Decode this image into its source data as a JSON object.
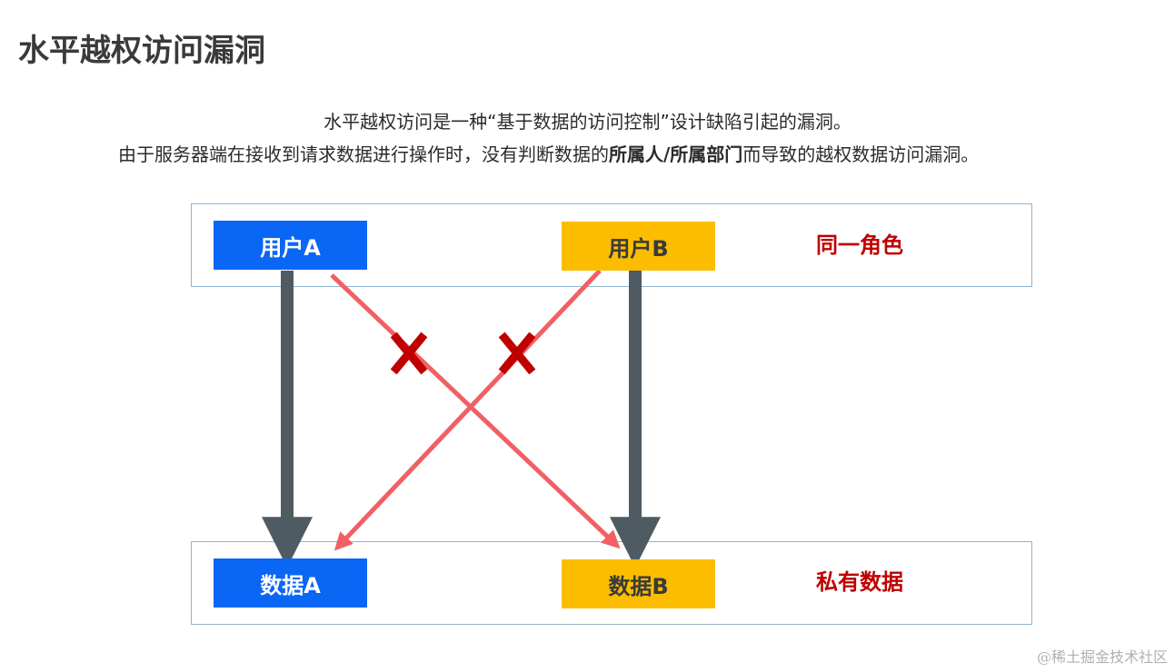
{
  "title": "水平越权访问漏洞",
  "description": {
    "line1": "水平越权访问是一种“基于数据的访问控制”设计缺陷引起的漏洞。",
    "line2_prefix": "由于服务器端在接收到请求数据进行操作时，没有判断数据的",
    "line2_bold": "所属人/所属部门",
    "line2_suffix": "而导致的越权数据访问漏洞。"
  },
  "top_row": {
    "user_a": "用户A",
    "user_b": "用户B",
    "label": "同一角色"
  },
  "bottom_row": {
    "data_a": "数据A",
    "data_b": "数据B",
    "label": "私有数据"
  },
  "colors": {
    "blue": "#0a66f5",
    "yellow": "#fcbd00",
    "allowed_arrow": "#4f5b62",
    "denied_arrow": "#f06065",
    "cross": "#c00000",
    "label_red": "#c00000"
  },
  "watermark": "@稀土掘金技术社区"
}
